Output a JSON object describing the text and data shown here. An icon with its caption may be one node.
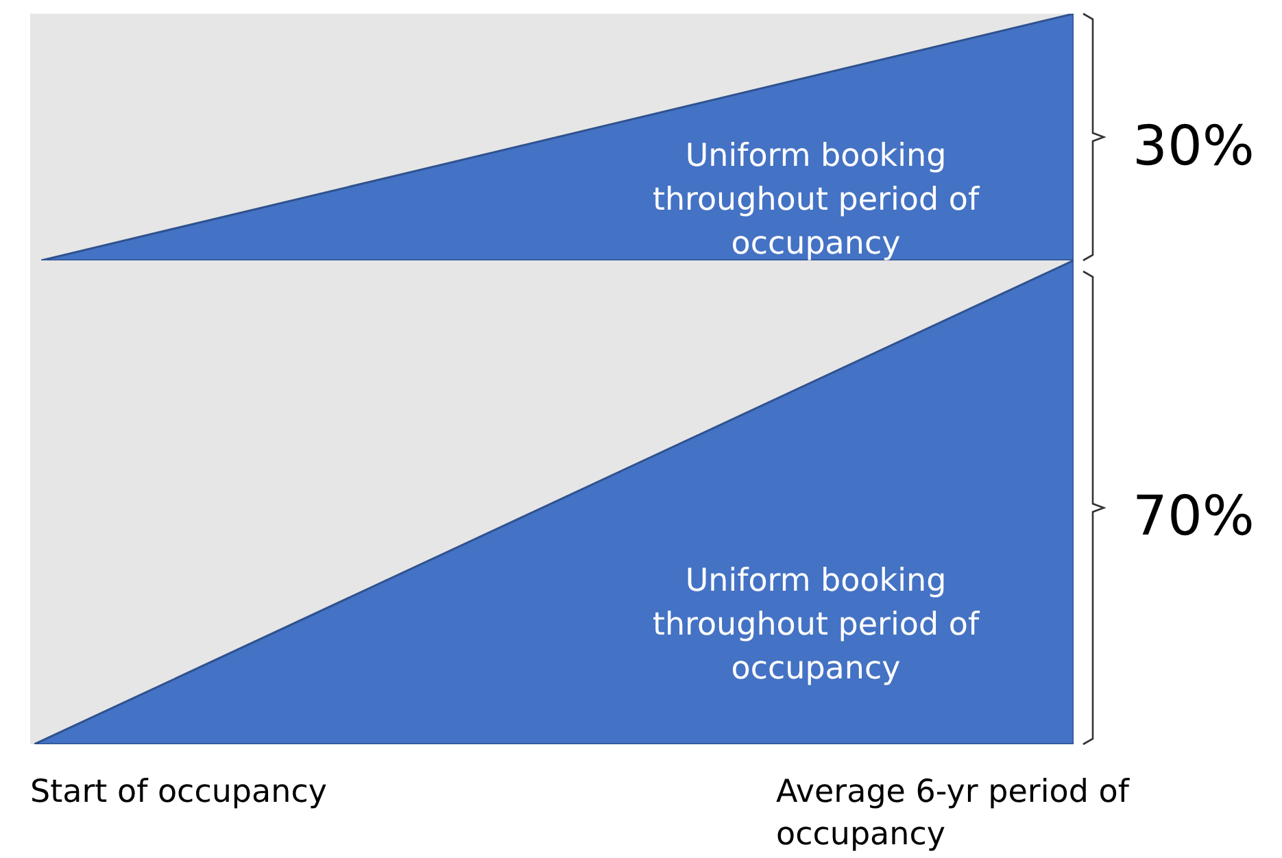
{
  "diagram": {
    "nodes": [
      {
        "text": [
          "Uniform booking throughout period of occupancy"
        ]
      },
      {
        "text": [
          "Uniform booking throughout period of occupancy"
        ]
      }
    ],
    "labels": [
      "30%",
      "70%",
      "Start of occupancy",
      "Average 6-yr period of occupancy"
    ]
  }
}
